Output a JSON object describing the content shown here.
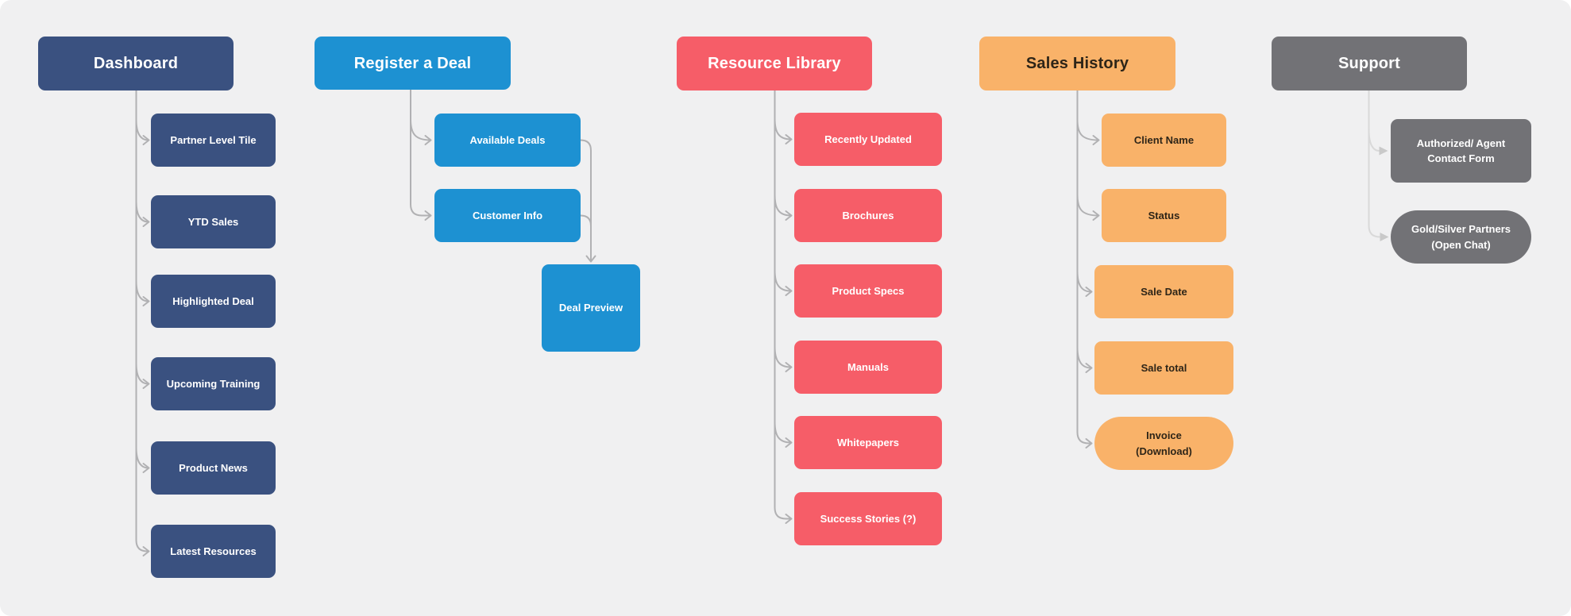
{
  "page": {
    "background": "#ffffff",
    "canvas_background": "#f0f0f1"
  },
  "diagram": {
    "type": "sitemap-flowchart",
    "connector_color": "#b1b1b3",
    "support_connector_color": "#d9d9d9",
    "columns": [
      {
        "title": "Dashboard",
        "color": "#3a5180",
        "text_color": "#ffffff",
        "items": [
          {
            "label": "Partner Level Tile"
          },
          {
            "label": "YTD Sales"
          },
          {
            "label": "Highlighted Deal"
          },
          {
            "label": "Upcoming Training"
          },
          {
            "label": "Product News"
          },
          {
            "label": "Latest Resources"
          }
        ]
      },
      {
        "title": "Register a Deal",
        "color": "#1d91d2",
        "text_color": "#ffffff",
        "items": [
          {
            "label": "Available Deals"
          },
          {
            "label": "Customer Info"
          },
          {
            "label": "Deal Preview"
          }
        ]
      },
      {
        "title": "Resource Library",
        "color": "#f65d68",
        "text_color": "#ffffff",
        "items": [
          {
            "label": "Recently Updated"
          },
          {
            "label": "Brochures"
          },
          {
            "label": "Product Specs"
          },
          {
            "label": "Manuals"
          },
          {
            "label": "Whitepapers"
          },
          {
            "label": "Success Stories (?)"
          }
        ]
      },
      {
        "title": "Sales History",
        "color": "#f9b269",
        "text_color": "#2e2518",
        "items": [
          {
            "label": "Client Name"
          },
          {
            "label": "Status"
          },
          {
            "label": "Sale Date"
          },
          {
            "label": "Sale total"
          },
          {
            "label": "Invoice\n(Download)"
          }
        ]
      },
      {
        "title": "Support",
        "color": "#727276",
        "text_color": "#ffffff",
        "items": [
          {
            "label": "Authorized/ Agent\nContact Form"
          },
          {
            "label": "Gold/Silver Partners\n(Open Chat)"
          }
        ]
      }
    ]
  }
}
